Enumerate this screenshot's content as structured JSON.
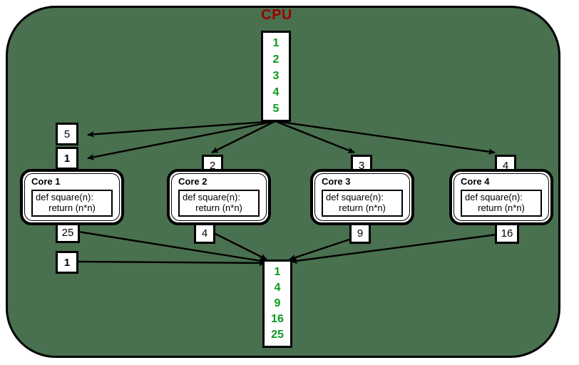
{
  "diagram": {
    "title": "CPU",
    "background_color": "#49704f",
    "accent_color": "#990000",
    "value_color": "#0a9a1e",
    "cpu_queue": {
      "name": "input-queue",
      "values": [
        "1",
        "2",
        "3",
        "4",
        "5"
      ]
    },
    "result_queue": {
      "name": "result-queue",
      "values": [
        "1",
        "4",
        "9",
        "16",
        "25"
      ]
    },
    "cores": [
      {
        "label": "Core 1",
        "code_line1": "def square(n):",
        "code_line2": "return (n*n)",
        "input": "1",
        "output": "25",
        "extra_input": "5",
        "extra_output": "1"
      },
      {
        "label": "Core 2",
        "code_line1": "def square(n):",
        "code_line2": "return (n*n)",
        "input": "2",
        "output": "4"
      },
      {
        "label": "Core 3",
        "code_line1": "def square(n):",
        "code_line2": "return (n*n)",
        "input": "3",
        "output": "9"
      },
      {
        "label": "Core 4",
        "code_line1": "def square(n):",
        "code_line2": "return (n*n)",
        "input": "4",
        "output": "16"
      }
    ]
  }
}
